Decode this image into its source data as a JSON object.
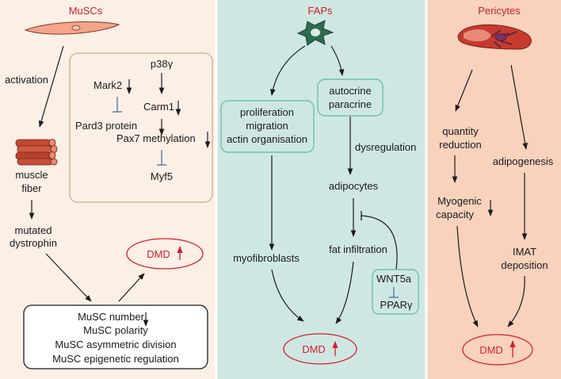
{
  "panels": {
    "muscs": {
      "title": "MuSCs",
      "activation": "activation",
      "muscle_fiber": [
        "muscle",
        "fiber"
      ],
      "mutated_dystrophin": [
        "mutated",
        "dystrophin"
      ],
      "box": {
        "p38": "p38γ",
        "mark2": "Mark2",
        "carm1": "Carm1",
        "pard3": "Pard3 protein",
        "pax7": "Pax7 methylation",
        "myf5": "Myf5"
      },
      "dmd": "DMD",
      "bottom_box": [
        "MuSC number",
        "MuSC polarity",
        "MuSC asymmetric division",
        "MuSC epigenetic regulation"
      ]
    },
    "faps": {
      "title": "FAPs",
      "box_left": [
        "proliferation",
        "migration",
        "actin organisation"
      ],
      "box_right": [
        "autocrine",
        "paracrine"
      ],
      "dysregulation": "dysregulation",
      "adipocytes": "adipocytes",
      "fat_infiltration": "fat infiltration",
      "myofibroblasts": "myofibroblasts",
      "wnt5a": "WNT5a",
      "ppar": "PPARγ",
      "dmd": "DMD"
    },
    "pericytes": {
      "title": "Pericytes",
      "quantity_reduction": [
        "quantity",
        "reduction"
      ],
      "adipogenesis": "adipogenesis",
      "myogenic_capacity": [
        "Myogenic",
        "capacity"
      ],
      "imat_deposition": [
        "IMAT",
        "deposition"
      ],
      "dmd": "DMD"
    }
  },
  "colors": {
    "muscs_bg": "#fcefe5",
    "faps_bg": "#cfe7e3",
    "pericytes_bg": "#f9d2be",
    "header_red": "#c8202a",
    "teal_border": "#6fbfae",
    "tan_border": "#c9b08a",
    "inhibit_blue": "#4a6fa5"
  }
}
